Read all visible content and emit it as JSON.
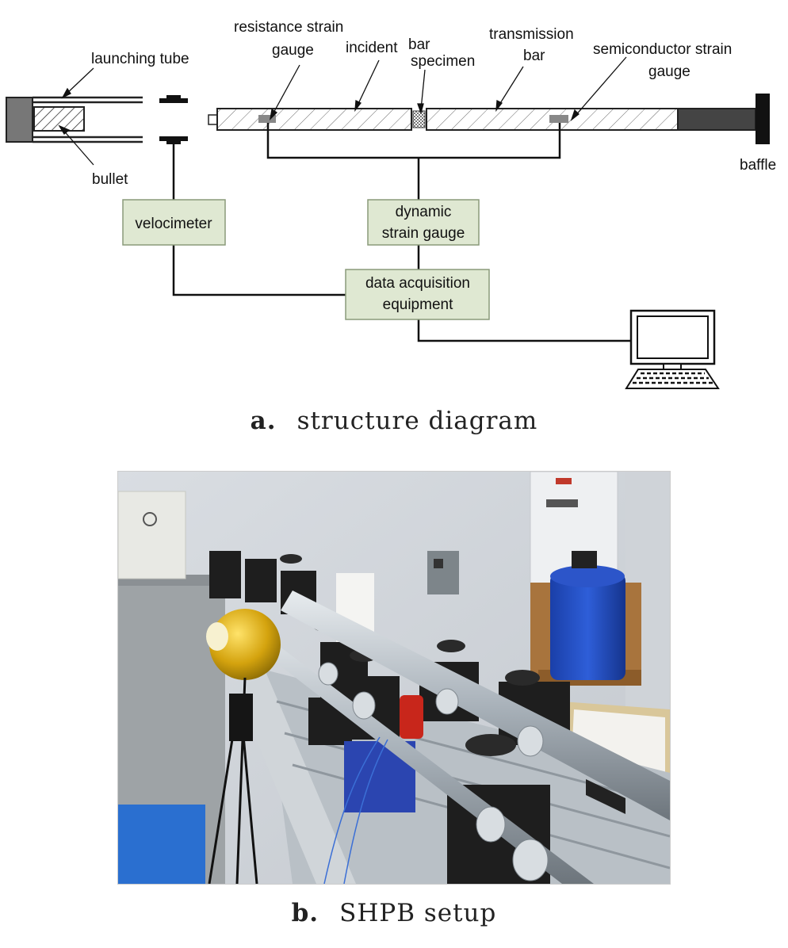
{
  "diagram": {
    "labels": {
      "launching_tube": "launching tube",
      "bullet": "bullet",
      "resistance_strain_gauge_1": "resistance strain",
      "resistance_strain_gauge_2": "gauge",
      "incident": "incident",
      "bar_specimen_1": "bar",
      "bar_specimen_2": "specimen",
      "transmission_1": "transmission",
      "transmission_2": "bar",
      "semiconductor_1": "semiconductor strain",
      "semiconductor_2": "gauge",
      "baffle": "baffle"
    },
    "boxes": {
      "velocimeter": "velocimeter",
      "dynamic_1": "dynamic",
      "dynamic_2": "strain gauge",
      "daq_1": "data acquisition",
      "daq_2": "equipment"
    },
    "box_fill": "#dfe8d2",
    "box_stroke": "#8a9a7a"
  },
  "captions": {
    "a_letter": "a.",
    "a_text": "structure diagram",
    "b_letter": "b.",
    "b_text": "SHPB setup"
  }
}
